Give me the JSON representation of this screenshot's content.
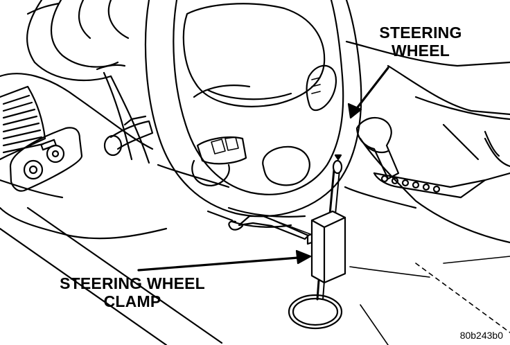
{
  "labels": {
    "steering_wheel_line1": "STEERING",
    "steering_wheel_line2": "WHEEL",
    "clamp_line1": "STEERING WHEEL",
    "clamp_line2": "CLAMP"
  },
  "figure_code": "80b243b0",
  "colors": {
    "ink": "#000000",
    "paper": "#ffffff"
  }
}
